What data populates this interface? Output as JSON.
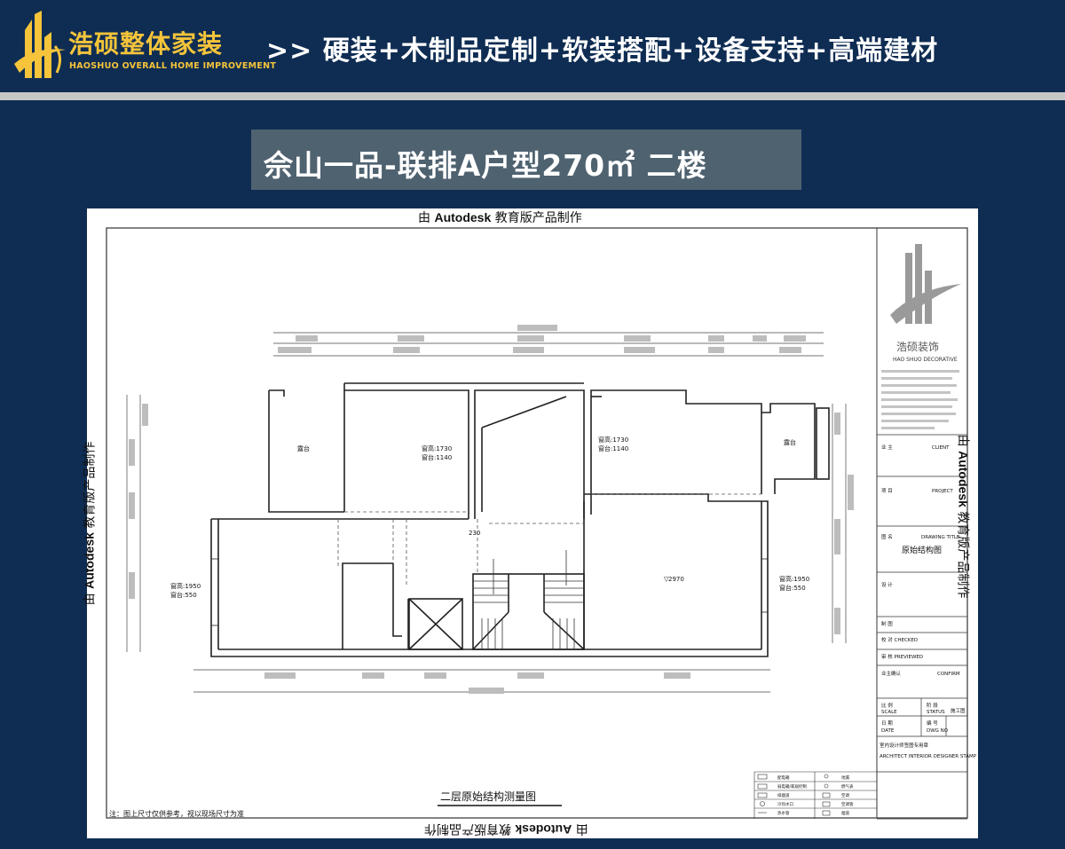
{
  "brand": {
    "name_cn": "浩硕整体家装",
    "name_en": "HAOSHUO OVERALL HOME IMPROVEMENT",
    "tagline": ">> 硬装+木制品定制+软装搭配+设备支持+高端建材",
    "gold": "#f5c43a",
    "navy": "#0f2d53"
  },
  "title": "佘山一品-联排A户型270㎡ 二楼",
  "sheet": {
    "watermark_prefix": "由",
    "watermark_brand": "Autodesk",
    "watermark_suffix": "教育版产品制作",
    "drawing_caption": "二层原始结构测量图",
    "note": "注：图上尺寸仅供参考，视以现场尺寸为准",
    "rooms": {
      "balcony_left": "露台",
      "balcony_right": "露台",
      "window_top_left_h": "窗高:1730",
      "window_top_left_sill": "窗台:1140",
      "window_top_right_h": "窗高:1730",
      "window_top_right_sill": "窗台:1140",
      "window_left_h": "窗高:1950",
      "window_left_sill": "窗台:550",
      "window_right_h": "窗高:1950",
      "window_right_sill": "窗台:550",
      "level_mark": "2970",
      "stair_value": "230"
    },
    "title_block": {
      "company_cn": "浩硕装饰",
      "company_en": "HAO SHUO DECORATIVE",
      "client_cn": "业 主",
      "client_en": "CLIENT",
      "project_cn": "项 目",
      "project_en": "PROJECT",
      "drawing_cn": "图 名",
      "drawing_en": "DRAWING TITLE",
      "drawing_name": "原始结构图",
      "design_cn": "设 计",
      "draft_cn": "制 图",
      "checked": "校 对 CHECKED",
      "reviewed": "审 核 PREVIEWED",
      "confirm_cn": "业主确认",
      "confirm_en": "CONFIRM",
      "scale": "比 例",
      "scale_en": "SCALE",
      "status": "阶 段",
      "status_en": "STATUS",
      "status_value": "施工图",
      "date": "日 期",
      "date_en": "DATE",
      "dwg": "编 号",
      "dwg_en": "DWG NO",
      "stamp_cn": "室内设计师签图专用章",
      "stamp_en": "ARCHITECT INTERIOR DESIGNER STAMP",
      "legend_left": [
        "配电箱",
        "弱电箱/家居控制",
        "排烟道",
        "冷热水口",
        "热水管"
      ],
      "legend_right": [
        "地漏",
        "燃气表",
        "空调",
        "空调管",
        "烟道"
      ]
    }
  }
}
